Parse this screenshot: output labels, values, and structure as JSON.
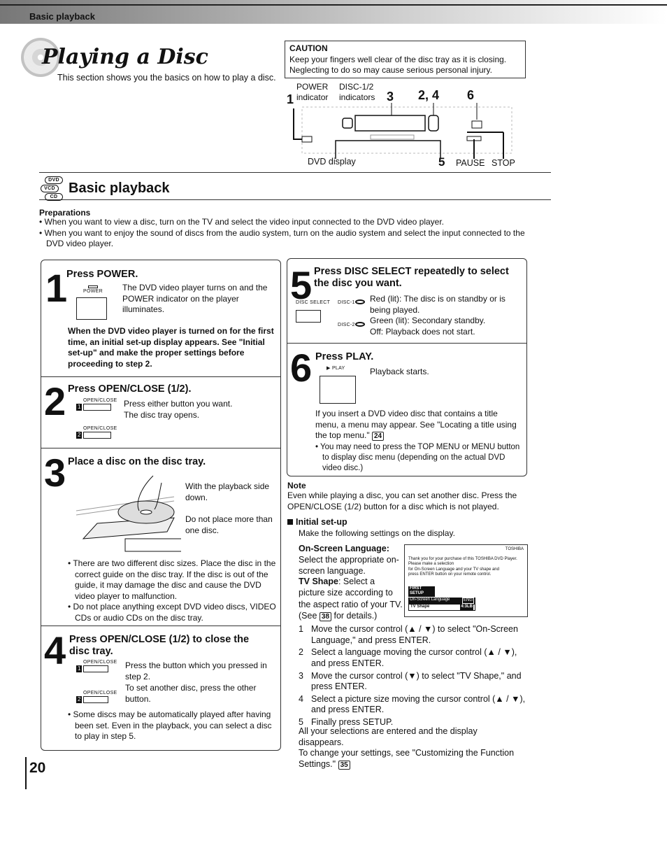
{
  "header": {
    "section": "Basic playback",
    "page_number": "20"
  },
  "title": "Playing a Disc",
  "intro": "This section shows you the basics on how to play a disc.",
  "caution": {
    "heading": "CAUTION",
    "text": "Keep your fingers well clear of the disc tray as it is closing. Neglecting to do so may cause serious personal injury."
  },
  "diagram": {
    "n1": "1",
    "power_label": "POWER indicator",
    "disc_label": "DISC-1/2 indicators",
    "n3": "3",
    "n24": "2, 4",
    "n6": "6",
    "n5": "5",
    "dvd_display": "DVD display",
    "pause": "PAUSE",
    "stop": "STOP"
  },
  "basic_playback": {
    "icons": [
      "DVD",
      "VCD",
      "CD"
    ],
    "title": "Basic playback",
    "preparations_heading": "Preparations",
    "preparations": [
      "When you want to view a disc, turn on the TV and select the video input connected to the DVD video player.",
      "When you want to enjoy the sound of discs from the audio system, turn on the audio system and select the input connected to the DVD video player."
    ]
  },
  "step1": {
    "num": "1",
    "heading": "Press POWER.",
    "btn_label": "POWER",
    "text": "The DVD video player turns on and the POWER indicator on the player illuminates.",
    "bold_note": "When the DVD video player is turned on for the first time, an initial set-up display appears. See \"Initial set-up\" and make the proper settings before proceeding to step 2."
  },
  "step2": {
    "num": "2",
    "heading": "Press OPEN/CLOSE (1/2).",
    "btn_label": "OPEN/CLOSE",
    "text1": "Press either button you want.",
    "text2": "The disc tray opens."
  },
  "step3": {
    "num": "3",
    "heading": "Place a disc on the disc tray.",
    "text1": "With the playback side down.",
    "text2": "Do not place more than one disc.",
    "bullets": [
      "There are two different disc sizes. Place the disc in the correct guide on the disc tray. If the disc is out of the guide, it may damage the disc and cause the DVD video player to malfunction.",
      "Do not place anything except DVD video discs, VIDEO CDs or audio CDs on the disc tray."
    ]
  },
  "step4": {
    "num": "4",
    "heading": "Press OPEN/CLOSE (1/2) to close the disc tray.",
    "btn_label": "OPEN/CLOSE",
    "text1": "Press the button which you pressed in step 2.",
    "text2": "To set another disc, press the other button.",
    "bullet": "Some discs may be automatically played after having been set. Even in the playback, you can select a disc to play in step 5."
  },
  "step5": {
    "num": "5",
    "heading": "Press DISC SELECT repeatedly to select the disc you want.",
    "btn_label": "DISC SELECT",
    "disc1": "DISC-1",
    "disc2": "DISC-2",
    "red": "Red (lit): The disc is on standby or is being played.",
    "green": "Green (lit): Secondary standby.",
    "off": "Off: Playback does not start."
  },
  "step6": {
    "num": "6",
    "heading": "Press PLAY.",
    "btn_label": "PLAY",
    "text": "Playback starts.",
    "para": "If you insert a DVD video disc that contains a title menu, a menu may appear. See \"Locating a title using the top menu.\"",
    "para_ref": "24",
    "bullet": "You may need to press the TOP MENU or MENU button to display disc menu (depending on the actual DVD video disc.)"
  },
  "note": {
    "heading": "Note",
    "text": "Even while playing a disc, you can set another disc. Press the OPEN/CLOSE (1/2) button for a disc which is not played."
  },
  "initial_setup": {
    "heading": "Initial set-up",
    "intro": "Make the following settings on the display.",
    "lang_label": "On-Screen Language:",
    "lang_text": "Select the appropriate on-screen language.",
    "tv_label": "TV Shape",
    "tv_text": ": Select a picture size according to the aspect ratio of your TV. (See",
    "tv_ref": "38",
    "tv_end": "for details.)",
    "screen": {
      "brand": "TOSHIBA",
      "msg1": "Thank you for your purchase of this TOSHIBA DVD Player.",
      "msg2": "Please make a selection",
      "msg3": "for On-Screen Language and your TV shape and",
      "msg4": "press ENTER button on your remote control.",
      "menu_title": "FIRST SETUP",
      "row1_label": "On-Screen Language",
      "row1_value": "ENG",
      "row2_label": "TV Shape",
      "row2_value": "4:3LB"
    },
    "steps": [
      {
        "n": "1",
        "text": "Move the cursor control (▲ / ▼) to select \"On-Screen Language,\" and press ENTER."
      },
      {
        "n": "2",
        "text": "Select a language moving the cursor control (▲ / ▼), and press ENTER."
      },
      {
        "n": "3",
        "text": "Move the cursor control (▼) to select \"TV Shape,\" and press ENTER."
      },
      {
        "n": "4",
        "text": "Select a picture size moving the cursor control (▲ / ▼), and press ENTER."
      },
      {
        "n": "5",
        "text": "Finally press SETUP."
      }
    ],
    "outro1": "All your selections are entered and the display disappears.",
    "outro2": "To change your settings, see \"Customizing the Function Settings.\"",
    "outro2_ref": "35"
  }
}
